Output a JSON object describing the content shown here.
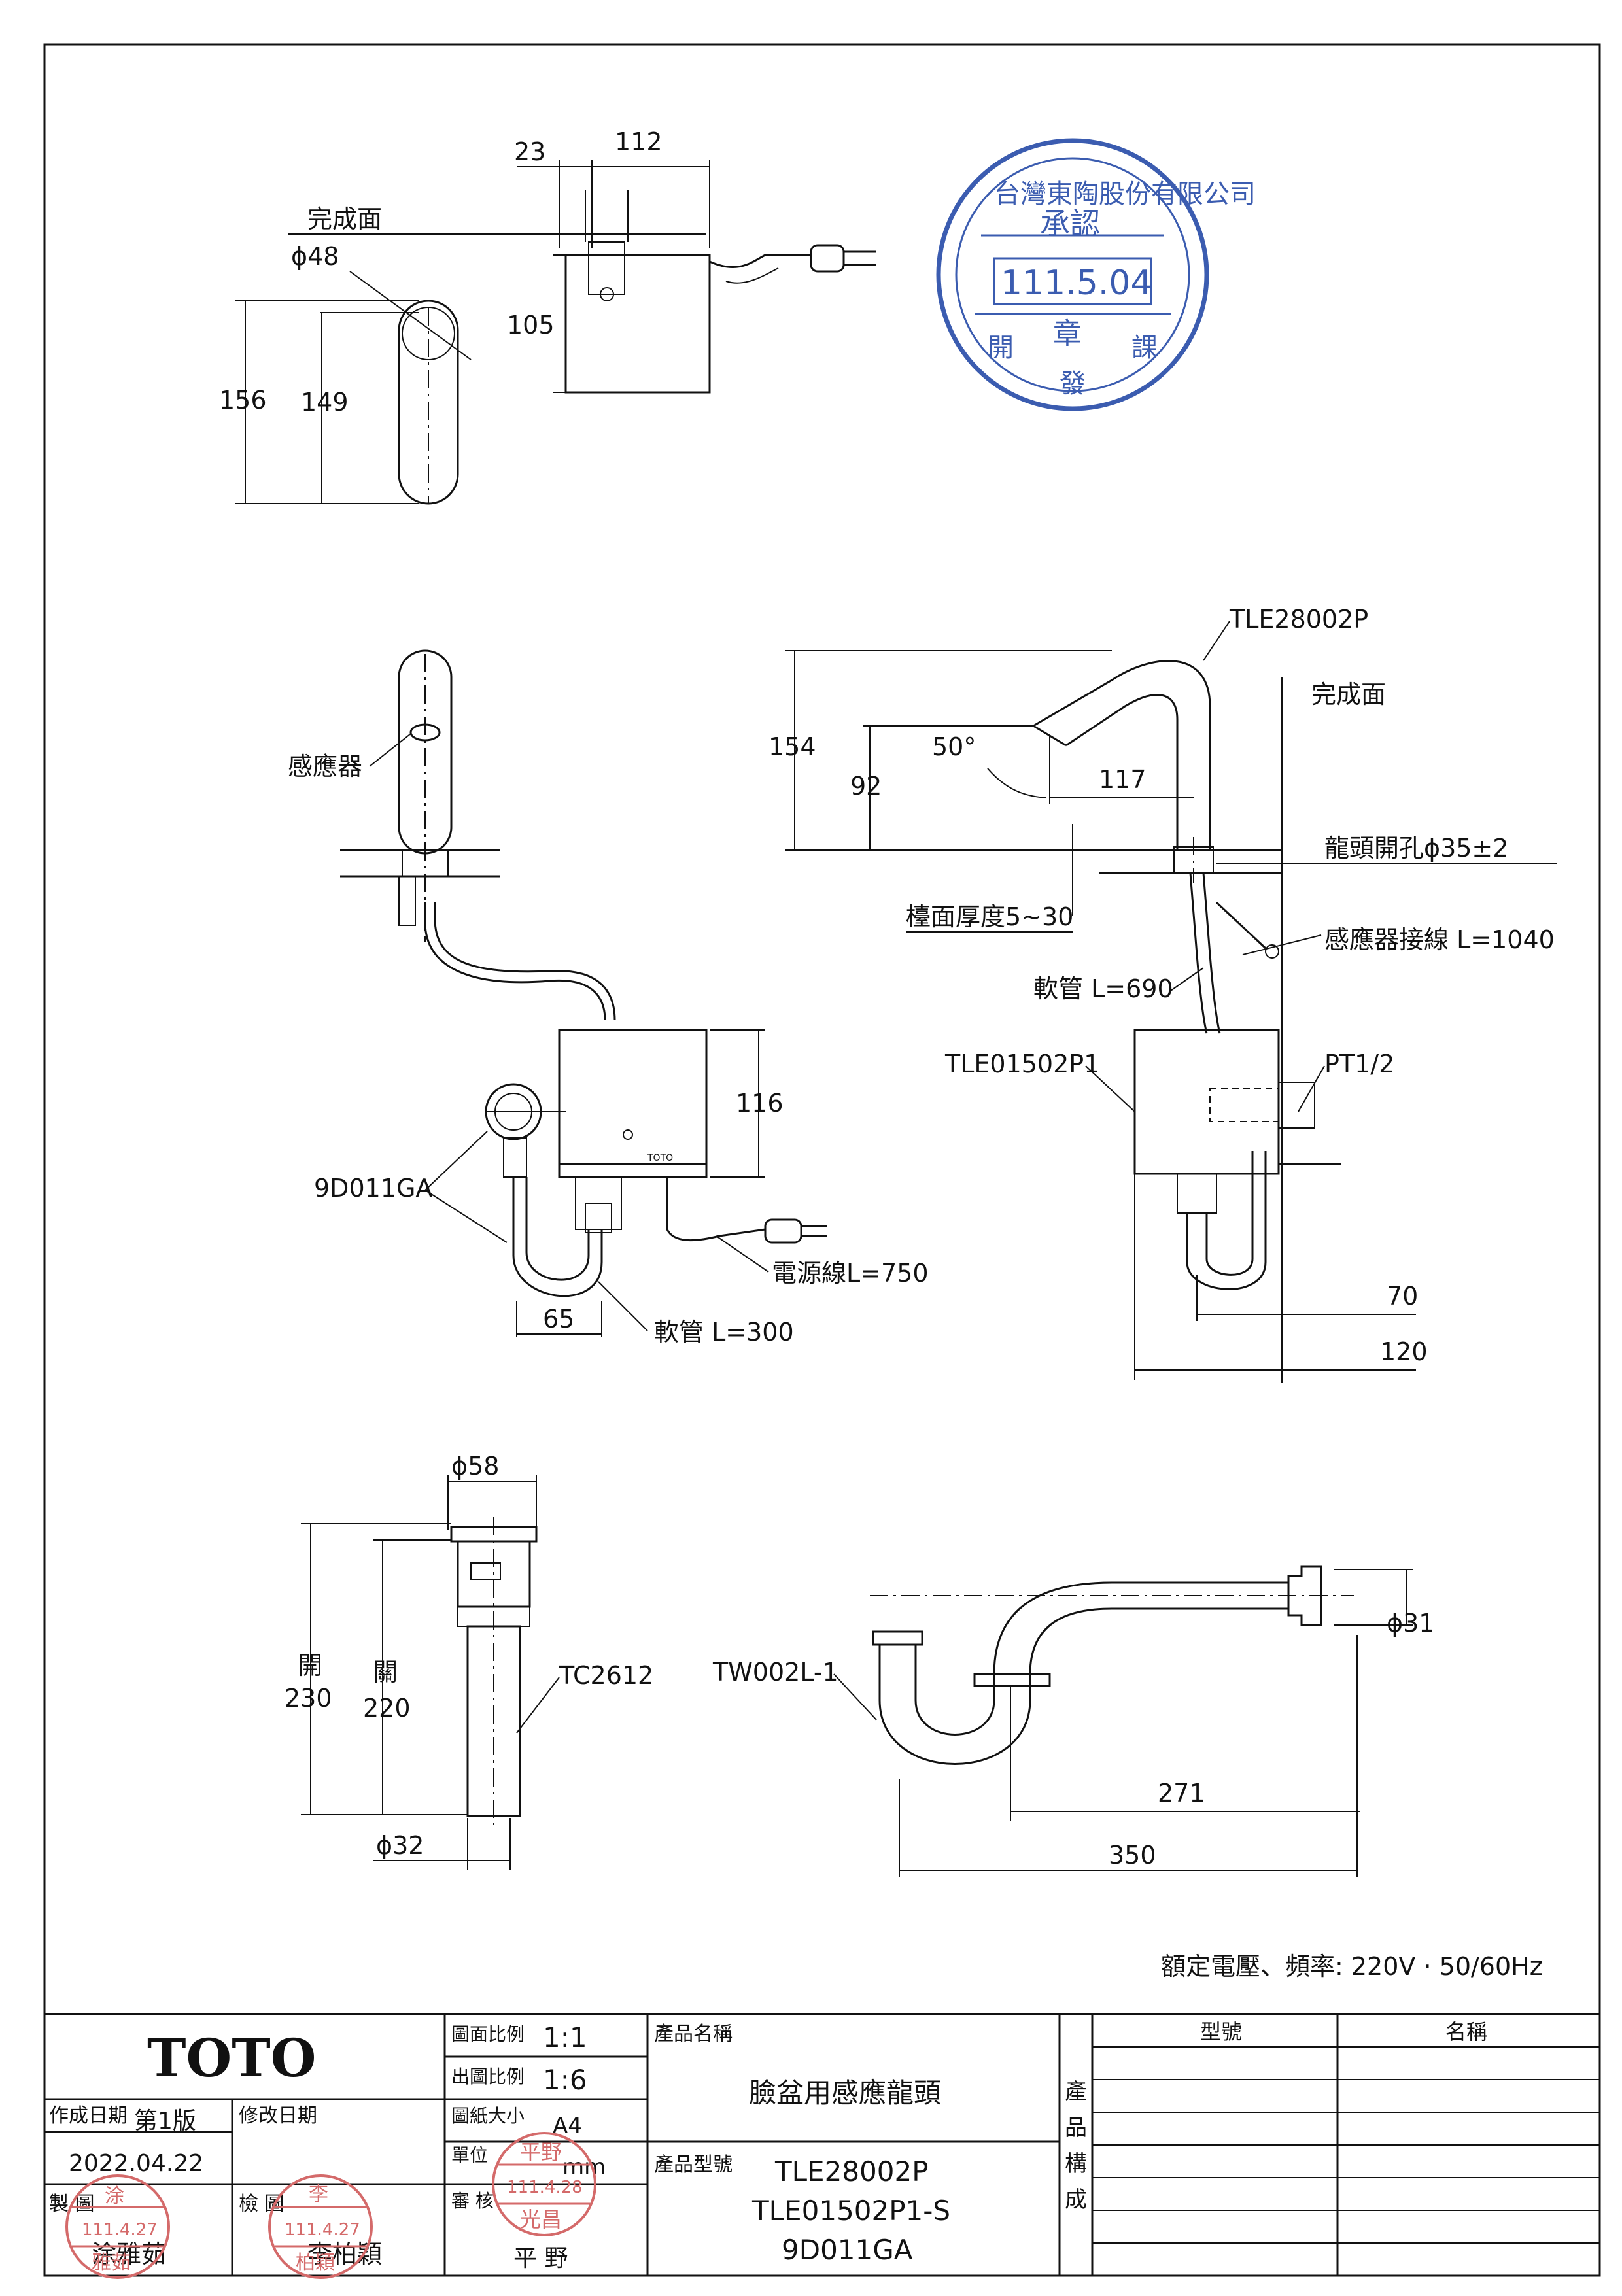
{
  "drawing": {
    "top_view": {
      "dim_23": "23",
      "dim_112": "112",
      "finish_surface": "完成面",
      "dia_48": "ϕ48",
      "dim_105": "105",
      "dim_156": "156",
      "dim_149": "149"
    },
    "front_view": {
      "sensor": "感應器",
      "dim_116": "116",
      "part_9d011ga": "9D011GA",
      "power_cord": "電源線L=750",
      "dim_65": "65",
      "hose_300": "軟管 L=300",
      "brand_small": "TOTO"
    },
    "side_view": {
      "model_tle28002p": "TLE28002P",
      "finish_surface": "完成面",
      "dim_154": "154",
      "angle_50": "50°",
      "dim_92": "92",
      "dim_117": "117",
      "hole": "龍頭開孔ϕ35±2",
      "counter_thickness": "檯面厚度5~30",
      "sensor_cable": "感應器接線 L=1040",
      "hose_690": "軟管 L=690",
      "part_tle01502p1": "TLE01502P1",
      "pt": "PT1/2",
      "dim_70": "70",
      "dim_120": "120"
    },
    "drain": {
      "dia_58": "ϕ58",
      "open_label": "開",
      "open_value": "230",
      "close_label": "關",
      "close_value": "220",
      "part_tc2612": "TC2612",
      "dia_32": "ϕ32"
    },
    "trap": {
      "part_tw002l": "TW002L-1",
      "dia_31": "ϕ31",
      "dim_271": "271",
      "dim_350": "350"
    },
    "rating": "額定電壓、頻率: 220V · 50/60Hz"
  },
  "approval_stamp": {
    "company": "台灣東陶股份有限公司",
    "approved": "承認",
    "date": "111.5.04",
    "seal": "章",
    "dept_left": "開",
    "dept_center": "發",
    "dept_right": "課"
  },
  "title_block": {
    "brand": "TOTO",
    "scale_label": "圖面比例",
    "scale_value": "1:1",
    "print_scale_label": "出圖比例",
    "print_scale_value": "1:6",
    "paper_label": "圖紙大小",
    "paper_value": "A4",
    "unit_label": "單位",
    "unit_value": "mm",
    "review_label": "審 核",
    "reviewer": "平 野",
    "product_name_label": "產品名稱",
    "product_name": "臉盆用感應龍頭",
    "product_model_label": "產品型號",
    "models": [
      "TLE28002P",
      "TLE01502P1-S",
      "9D011GA"
    ],
    "created_label": "作成日期",
    "edition": "第1版",
    "created_date": "2022.04.22",
    "modified_label": "修改日期",
    "drawn_label": "製 圖",
    "drawn_by": "涂雅茹",
    "checked_label": "檢 圖",
    "checked_by": "李柏穎",
    "composition_chars": [
      "產",
      "品",
      "構",
      "成"
    ],
    "col_model": "型號",
    "col_name": "名稱"
  },
  "seals": {
    "drawn_seal_name": "涂",
    "drawn_seal_date": "111.4.27",
    "drawn_seal_sub": "雅茹",
    "checked_seal_name": "李",
    "checked_seal_date": "111.4.27",
    "checked_seal_sub": "柏穎",
    "review_seal_name": "平野",
    "review_seal_date": "111.4.28",
    "review_seal_sub": "光昌"
  }
}
